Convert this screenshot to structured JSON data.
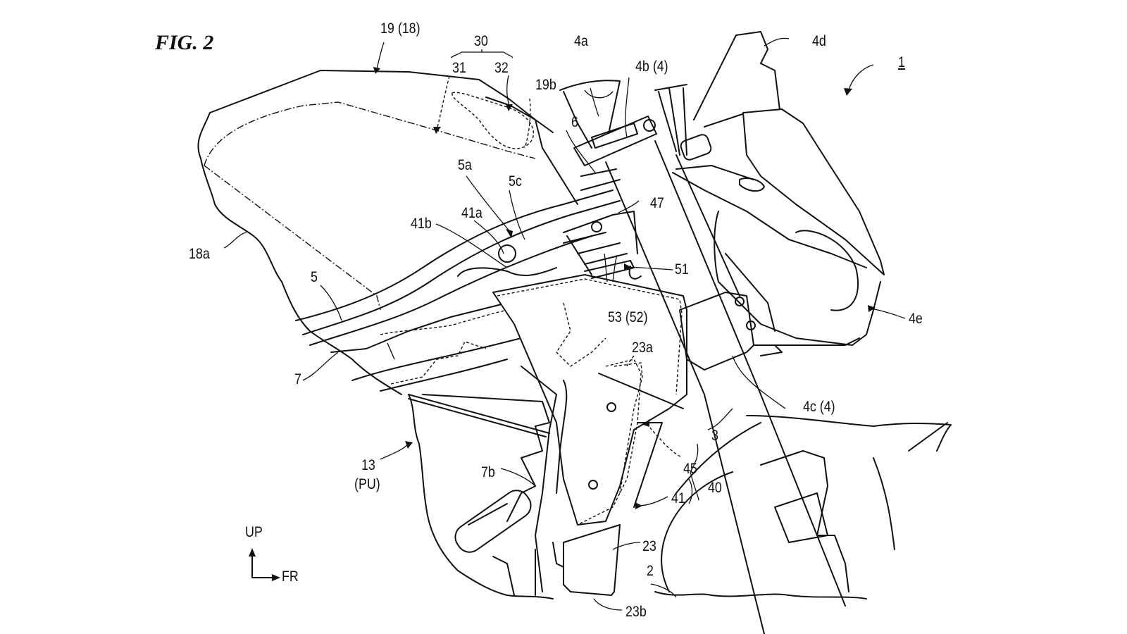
{
  "figure": {
    "title": "FIG. 2",
    "type": "patent-drawing"
  },
  "labels": {
    "l_19_18": "19 (18)",
    "l_30": "30",
    "l_31": "31",
    "l_32": "32",
    "l_19b": "19b",
    "l_4a": "4a",
    "l_4b_4": "4b (4)",
    "l_4d": "4d",
    "l_1": "1",
    "l_6": "6",
    "l_5a": "5a",
    "l_5c": "5c",
    "l_47": "47",
    "l_41b": "41b",
    "l_41a": "41a",
    "l_18a": "18a",
    "l_51": "51",
    "l_5": "5",
    "l_53_52": "53 (52)",
    "l_4e": "4e",
    "l_23a": "23a",
    "l_7": "7",
    "l_4c_4": "4c (4)",
    "l_3": "3",
    "l_13": "13",
    "l_pu": "(PU)",
    "l_7b": "7b",
    "l_45": "45",
    "l_40": "40",
    "l_41": "41",
    "l_23": "23",
    "l_2": "2",
    "l_23b": "23b"
  },
  "orientation": {
    "up": "UP",
    "front": "FR"
  }
}
